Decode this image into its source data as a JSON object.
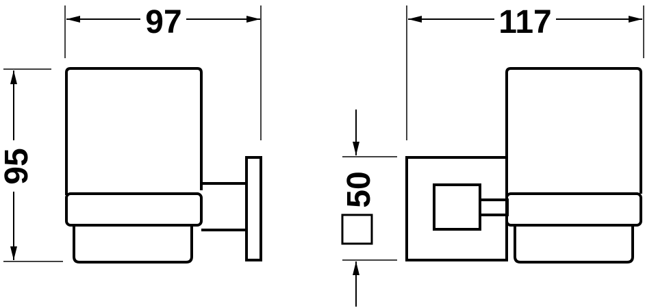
{
  "dimensions": {
    "width_side": "97",
    "height_side": "95",
    "width_front": "117",
    "plate_size": "50"
  },
  "colors": {
    "line": "#000000",
    "background": "#ffffff"
  },
  "icons": {
    "plate_symbol": "square-section-icon"
  }
}
